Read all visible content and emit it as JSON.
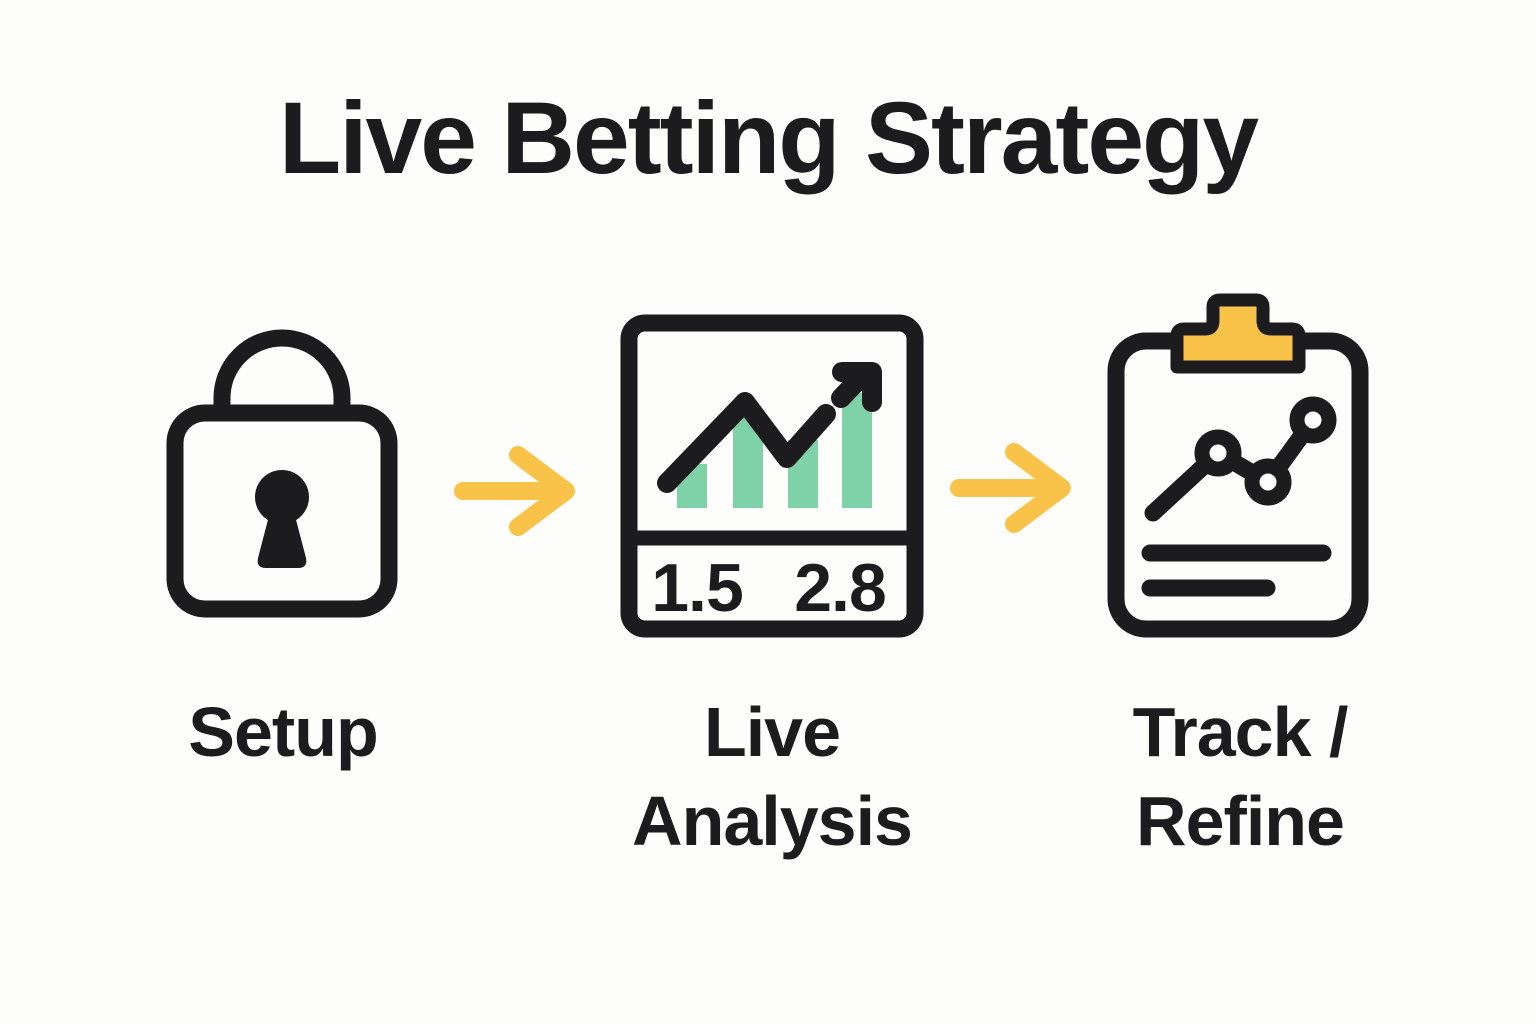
{
  "title": "Live Betting Strategy",
  "colors": {
    "text": "#1c1c1e",
    "icon_stroke": "#1c1c1e",
    "accent_yellow": "#F9C349",
    "accent_green": "#7FD1A7",
    "background": "#fdfdfc"
  },
  "steps": [
    {
      "id": "setup",
      "icon": "lock-icon",
      "label_lines": [
        "Setup"
      ]
    },
    {
      "id": "live-analysis",
      "icon": "odds-chart-icon",
      "label_lines": [
        "Live",
        "Analysis"
      ],
      "odds": [
        "1.5",
        "2.8"
      ]
    },
    {
      "id": "track-refine",
      "icon": "clipboard-chart-icon",
      "label_lines": [
        "Track /",
        "Refine"
      ]
    }
  ],
  "connectors": [
    {
      "icon": "arrow-right-icon"
    },
    {
      "icon": "arrow-right-icon"
    }
  ]
}
